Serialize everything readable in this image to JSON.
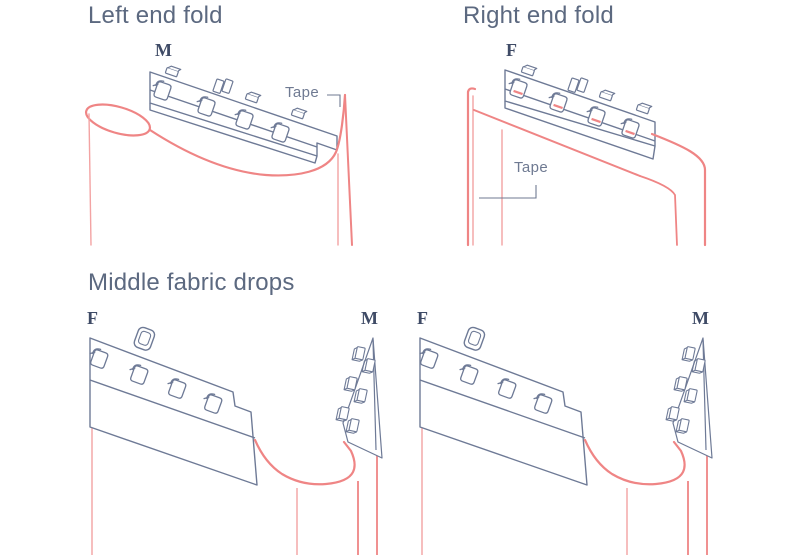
{
  "colors": {
    "line_slate": "#6e7a96",
    "fabric_red": "#ef8585",
    "fabric_red_light": "#f3a3a3",
    "heading_text": "#5c6980",
    "connector_label_text": "#3f4b66",
    "background": "#ffffff"
  },
  "sections": {
    "left_end_fold": {
      "title": "Left end fold",
      "connector_label": "M",
      "tape_label": "Tape"
    },
    "right_end_fold": {
      "title": "Right end fold",
      "connector_label": "F",
      "tape_label": "Tape"
    },
    "middle_fabric_drops": {
      "title": "Middle fabric drops",
      "diagrams": [
        {
          "left_label": "F",
          "right_label": "M"
        },
        {
          "left_label": "F",
          "right_label": "M"
        }
      ]
    }
  }
}
